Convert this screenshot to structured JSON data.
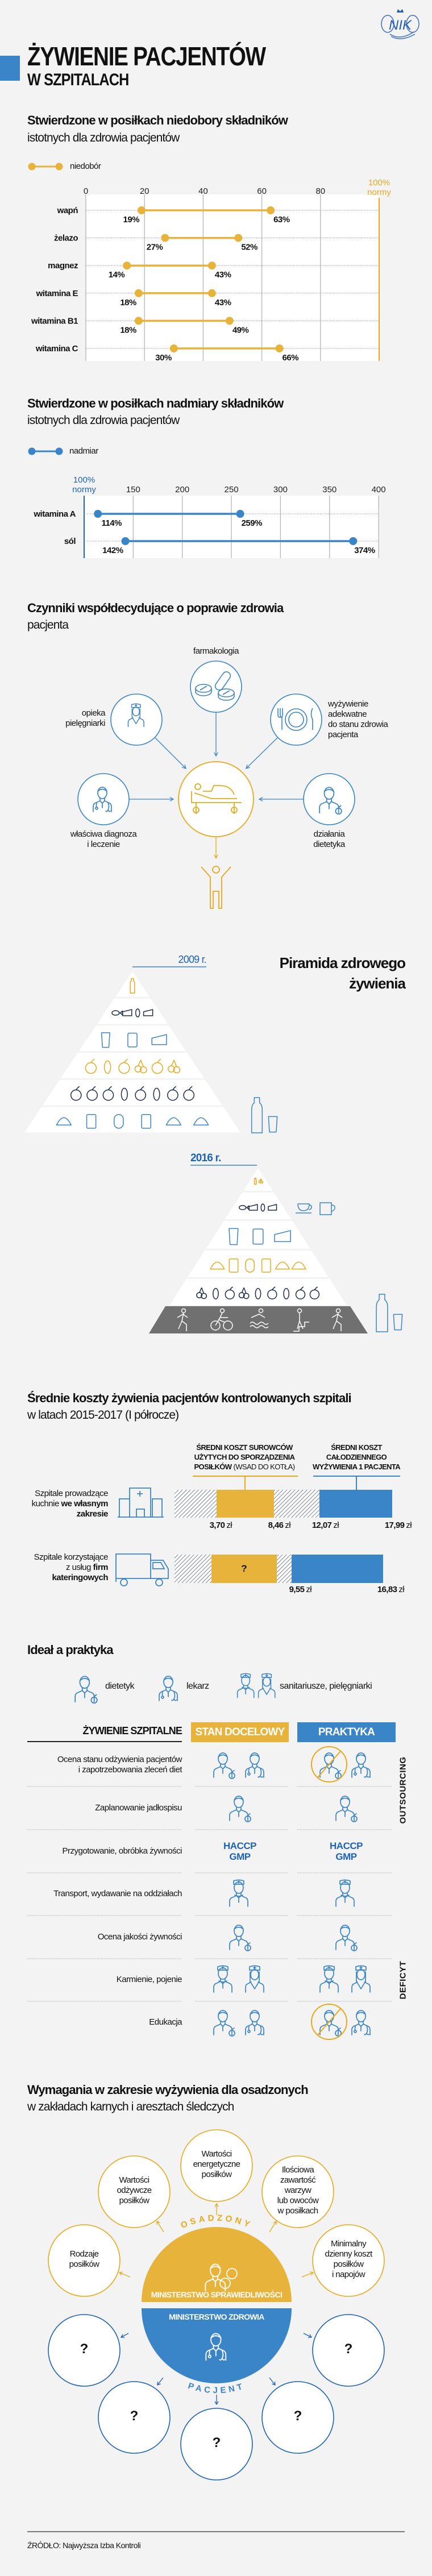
{
  "logo": {
    "text": "NIK"
  },
  "header": {
    "title": "ŻYWIENIE PACJENTÓW",
    "subtitle": "W SZPITALACH",
    "accent": "#3a84c8"
  },
  "colors": {
    "blue": "#3a84c8",
    "dark_blue": "#1d63b8",
    "orange": "#e8b33a",
    "orange_line": "#e8a91c",
    "background": "#f3f3f3"
  },
  "chart_data": [
    {
      "type": "bar",
      "variant": "range",
      "title": "Stwierdzone w posiłkach niedobory składników",
      "subtitle": "istotnych dla zdrowia pacjentów",
      "legend": "niedobór",
      "categories": [
        "wapń",
        "żelazo",
        "magnez",
        "witamina E",
        "witamina B1",
        "witamina C"
      ],
      "low": [
        19,
        27,
        14,
        18,
        18,
        30
      ],
      "high": [
        63,
        52,
        43,
        43,
        49,
        66
      ],
      "unit": "%",
      "xticks": [
        0,
        20,
        40,
        60,
        80
      ],
      "xlim": [
        0,
        100
      ],
      "reference": {
        "value": 100,
        "label1": "100%",
        "label2": "normy"
      },
      "color": "#e8b33a"
    },
    {
      "type": "bar",
      "variant": "range",
      "title": "Stwierdzone w posiłkach nadmiary składników",
      "subtitle": "istotnych dla zdrowia pacjentów",
      "legend": "nadmiar",
      "categories": [
        "witamina A",
        "sól"
      ],
      "low": [
        114,
        142
      ],
      "high": [
        259,
        374
      ],
      "unit": "%",
      "xticks": [
        150,
        200,
        250,
        300,
        350,
        400
      ],
      "xlim": [
        100,
        400
      ],
      "reference": {
        "value": 100,
        "label1": "100%",
        "label2": "normy"
      },
      "color": "#3a84c8"
    }
  ],
  "factors": {
    "title": "Czynniki współdecydujące o poprawie zdrowia",
    "subtitle": "pacjenta",
    "farmakologia": "farmakologia",
    "opieka": [
      "opieka",
      "pielęgniarki"
    ],
    "wyzywienie": [
      "wyżywienie",
      "adekwatne",
      "do stanu zdrowia",
      "pacjenta"
    ],
    "diagnoza": [
      "właściwa diagnoza",
      "i leczenie"
    ],
    "dietetyk": [
      "działania",
      "dietetyka"
    ]
  },
  "pyramid": {
    "title1": "Piramida zdrowego",
    "title2": "żywienia",
    "year_old": "2009 r.",
    "year_new": "2016 r.",
    "old_bands": [
      {
        "color": "#e8a91c",
        "icons": [
          "oil-bottle"
        ]
      },
      {
        "color": "#1e2b4a",
        "icons": [
          "fish",
          "chicken",
          "egg",
          "steak"
        ]
      },
      {
        "color": "#3a84c8",
        "icons": [
          "milk-glass",
          "milk-carton",
          "cheese"
        ]
      },
      {
        "color": "#e8a91c",
        "icons": [
          "apricot",
          "pear",
          "lemon",
          "grapes",
          "apple",
          "cherries"
        ]
      },
      {
        "color": "#1e2b4a",
        "icons": [
          "tomato",
          "watermelon",
          "lettuce",
          "carrot",
          "broccoli",
          "peas",
          "radish",
          "pepper"
        ]
      },
      {
        "color": "#3a84c8",
        "icons": [
          "croissant",
          "bread",
          "loaf",
          "oat-jar",
          "pasta",
          "bowtie-pasta"
        ]
      }
    ],
    "new_bands": [
      {
        "color": "#e8a91c",
        "icons": [
          "oil-bottle",
          "nuts"
        ]
      },
      {
        "color": "#1e2b4a",
        "icons": [
          "fish",
          "chicken",
          "egg",
          "steak"
        ]
      },
      {
        "color": "#3a84c8",
        "icons": [
          "milk-glass",
          "milk-carton",
          "cheese"
        ]
      },
      {
        "color": "#e8a91c",
        "icons": [
          "croissant",
          "bread",
          "loaf",
          "oat-jar",
          "pasta",
          "bowtie-pasta"
        ]
      },
      {
        "color": "#1e2b4a",
        "icons": [
          "grapes",
          "pear",
          "lemon",
          "cherries",
          "carrot",
          "lettuce",
          "peas",
          "radish",
          "pepper"
        ]
      }
    ],
    "activities": [
      "hiking",
      "cycling",
      "swimming",
      "stairs",
      "running"
    ]
  },
  "costs": {
    "title": "Średnie koszty żywienia pacjentów kontrolowanych szpitali",
    "subtitle": "w latach 2015-2017 (I półrocze)",
    "header_raw": [
      "ŚREDNI KOSZT SUROWCÓW",
      "UŻYTYCH DO SPORZĄDZENIA",
      "POSIŁKÓW",
      " (WSAD DO KOTŁA)"
    ],
    "header_daily": [
      "ŚREDNI KOSZT",
      "CAŁODZIENNEGO",
      "WYŻYWIENIA 1 PACJENTA"
    ],
    "currency": "zł",
    "own_kitchen": {
      "label": [
        "Szpitale prowadzące",
        "kuchnie ",
        "we własnym",
        "zakresie"
      ],
      "values": [
        "3,70",
        "8,46",
        "12,07",
        "17,99"
      ]
    },
    "catering": {
      "label": [
        "Szpitale korzystające",
        "z usług ",
        "firm",
        "kateringowych"
      ],
      "unknown": "?",
      "values": [
        "9,55",
        "16,83"
      ]
    }
  },
  "ideal": {
    "title": "Ideał a praktyka",
    "legend": [
      "dietetyk",
      "lekarz",
      "sanitariusze, pielęgniarki"
    ],
    "col_main": "ŻYWIENIE SZPITALNE",
    "col_target": "STAN DOCELOWY",
    "col_practice": "PRAKTYKA",
    "side_outsourcing": "OUTSOURCING",
    "side_deficit": "DEFICYT",
    "rows": [
      {
        "label": [
          "Ocena stanu odżywienia pacjentów",
          "i zapotrzebowania zleceń diet"
        ],
        "target": [
          "dietetyk",
          "lekarz"
        ],
        "practice": [
          "dietetyk-missing",
          "lekarz"
        ]
      },
      {
        "label": [
          "Zaplanowanie jadłospisu"
        ],
        "target": [
          "dietetyk"
        ],
        "practice": [
          "dietetyk"
        ]
      },
      {
        "label": [
          "Przygotowanie, obróbka żywności"
        ],
        "target_text": [
          "HACCP",
          "GMP"
        ],
        "practice_text": [
          "HACCP",
          "GMP"
        ]
      },
      {
        "label": [
          "Transport, wydawanie na oddziałach"
        ],
        "target": [
          "sanitariusz"
        ],
        "practice": [
          "sanitariusz"
        ]
      },
      {
        "label": [
          "Ocena jakości żywności"
        ],
        "target": [
          "dietetyk"
        ],
        "practice": [
          "dietetyk"
        ]
      },
      {
        "label": [
          "Karmienie, pojenie"
        ],
        "target": [
          "sanitariusz",
          "pielegniarka"
        ],
        "practice": [
          "sanitariusz",
          "pielegniarka"
        ]
      },
      {
        "label": [
          "Edukacja"
        ],
        "target": [
          "dietetyk",
          "lekarz"
        ],
        "practice": [
          "dietetyk-missing",
          "lekarz"
        ]
      }
    ]
  },
  "prison": {
    "title": "Wymagania w zakresie wyżywienia dla osadzonych",
    "subtitle": "w zakładach karnych i aresztach śledczych",
    "osadzony": "OSADZONY",
    "pacjent": "PACJENT",
    "ms": "MINISTERSTWO SPRAWIEDLIWOŚCI",
    "mz": "MINISTERSTWO ZDROWIA",
    "requirements": [
      [
        "Rodzaje",
        "posiłków"
      ],
      [
        "Wartości",
        "odżywcze",
        "posiłków"
      ],
      [
        "Wartości",
        "energetyczne",
        "posiłków"
      ],
      [
        "Ilościowa",
        "zawartość",
        "warzyw",
        "lub owoców",
        "w posiłkach"
      ],
      [
        "Minimalny",
        "dzienny koszt",
        "posiłków",
        "i napojów"
      ]
    ],
    "unknown": "?"
  },
  "source": "ŹRÓDŁO: Najwyższa Izba Kontroli"
}
